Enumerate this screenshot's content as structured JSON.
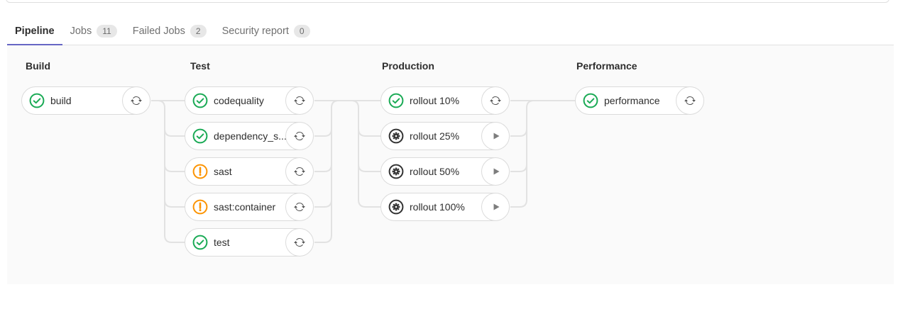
{
  "tabs": [
    {
      "label": "Pipeline",
      "active": true
    },
    {
      "label": "Jobs",
      "badge": "11"
    },
    {
      "label": "Failed Jobs",
      "badge": "2"
    },
    {
      "label": "Security report",
      "badge": "0"
    }
  ],
  "pipeline": {
    "stages": [
      {
        "name": "Build",
        "jobs": [
          {
            "name": "build",
            "status": "success",
            "action": "retry"
          }
        ]
      },
      {
        "name": "Test",
        "jobs": [
          {
            "name": "codequality",
            "status": "success",
            "action": "retry"
          },
          {
            "name": "dependency_s...",
            "status": "success",
            "action": "retry"
          },
          {
            "name": "sast",
            "status": "warning",
            "action": "retry"
          },
          {
            "name": "sast:container",
            "status": "warning",
            "action": "retry"
          },
          {
            "name": "test",
            "status": "success",
            "action": "retry"
          }
        ]
      },
      {
        "name": "Production",
        "jobs": [
          {
            "name": "rollout 10%",
            "status": "success",
            "action": "retry"
          },
          {
            "name": "rollout 25%",
            "status": "manual",
            "action": "play"
          },
          {
            "name": "rollout 50%",
            "status": "manual",
            "action": "play"
          },
          {
            "name": "rollout 100%",
            "status": "manual",
            "action": "play"
          }
        ]
      },
      {
        "name": "Performance",
        "jobs": [
          {
            "name": "performance",
            "status": "success",
            "action": "retry"
          }
        ]
      }
    ]
  },
  "icons": {
    "success": "check-circle-icon",
    "warning": "exclamation-circle-icon",
    "manual": "gear-circle-icon",
    "retry": "retry-arrows-icon",
    "play": "play-triangle-icon"
  },
  "colors": {
    "success": "#1aaa55",
    "warning": "#fc9403",
    "manual": "#333333",
    "active_tab_underline": "#6666c4",
    "graph_background": "#fafafa",
    "connector": "#e2e2e2"
  }
}
